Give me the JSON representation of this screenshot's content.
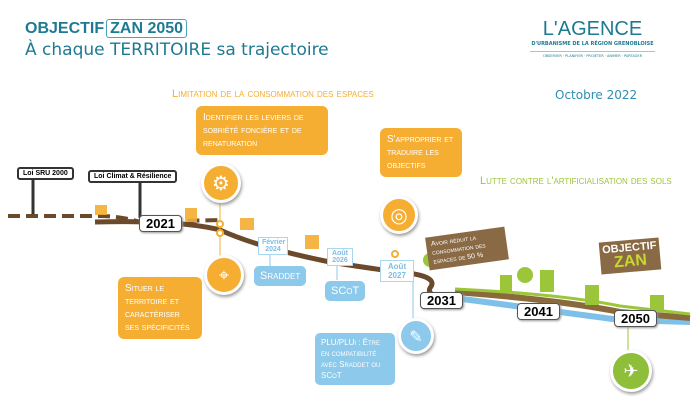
{
  "header": {
    "title_part1": "OBJECTIF",
    "title_part2": "ZAN 2050",
    "subtitle": "À chaque TERRITOIRE sa trajectoire",
    "date": "Octobre 2022"
  },
  "logo": {
    "name": "L'AGENCE",
    "tagline": "D'URBANISME DE LA RÉGION GRENOBLOISE",
    "values": "OBSERVER · PLANIFIER · PROJETER · ANIMER · PARTAGER"
  },
  "phases": {
    "limitation": "Limitation de la consommation des espaces",
    "lutte": "Lutte contre l'artificialisation des sols"
  },
  "signs": {
    "sru": "Loi SRU 2000",
    "climat": "Loi Climat & Résilience"
  },
  "years": [
    "2021",
    "2031",
    "2041",
    "2050"
  ],
  "dates": {
    "sraddet": "Février 2024",
    "scot": "Août 2026",
    "plu": "Août 2027"
  },
  "steps": {
    "identifier": "Identifier les leviers de sobriété foncière et de renaturation",
    "situer": "Situer le territoire et caractériser ses spécificités",
    "approprier": "S'approprier et traduire les objectifs"
  },
  "docs": {
    "sraddet": "Sraddet",
    "scot": "SCoT",
    "plu": "PLU/PLUi : Être en compatibilité avec Sraddet ou SCoT"
  },
  "banners": {
    "reduction": "Avoir réduit la consommation des espaces de 50 %",
    "objectif_line1": "OBJECTIF",
    "objectif_line2": "ZAN"
  },
  "colors": {
    "teal": "#1e7a92",
    "orange": "#f5ae32",
    "green": "#9cc63a",
    "blue": "#8cc9ea",
    "brown": "#6b4a2b"
  },
  "icons": {
    "gears": "gears-icon",
    "map": "map-pin-icon",
    "target": "target-icon",
    "document": "document-pen-icon",
    "plane": "plane-icon"
  }
}
